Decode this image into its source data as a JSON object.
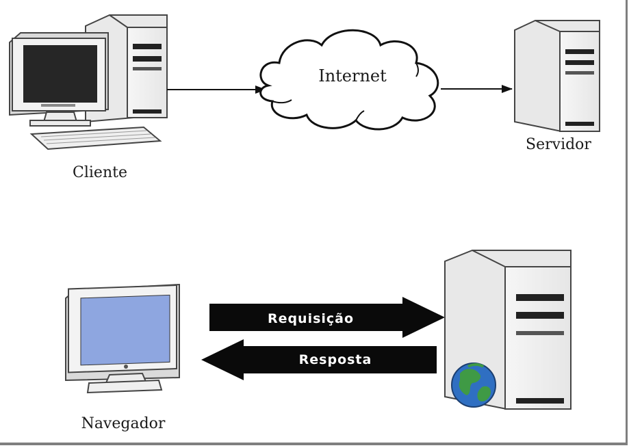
{
  "labels": {
    "client": "Cliente",
    "internet": "Internet",
    "server": "Servidor",
    "browser": "Navegador",
    "request": "Requisição",
    "response": "Resposta"
  },
  "colors": {
    "screen_dark": "#262626",
    "screen_blue": "#8ea6e0",
    "arrow_fill": "#0a0a0a",
    "globe_ocean": "#2f6fc2",
    "globe_land": "#3f9a45"
  }
}
